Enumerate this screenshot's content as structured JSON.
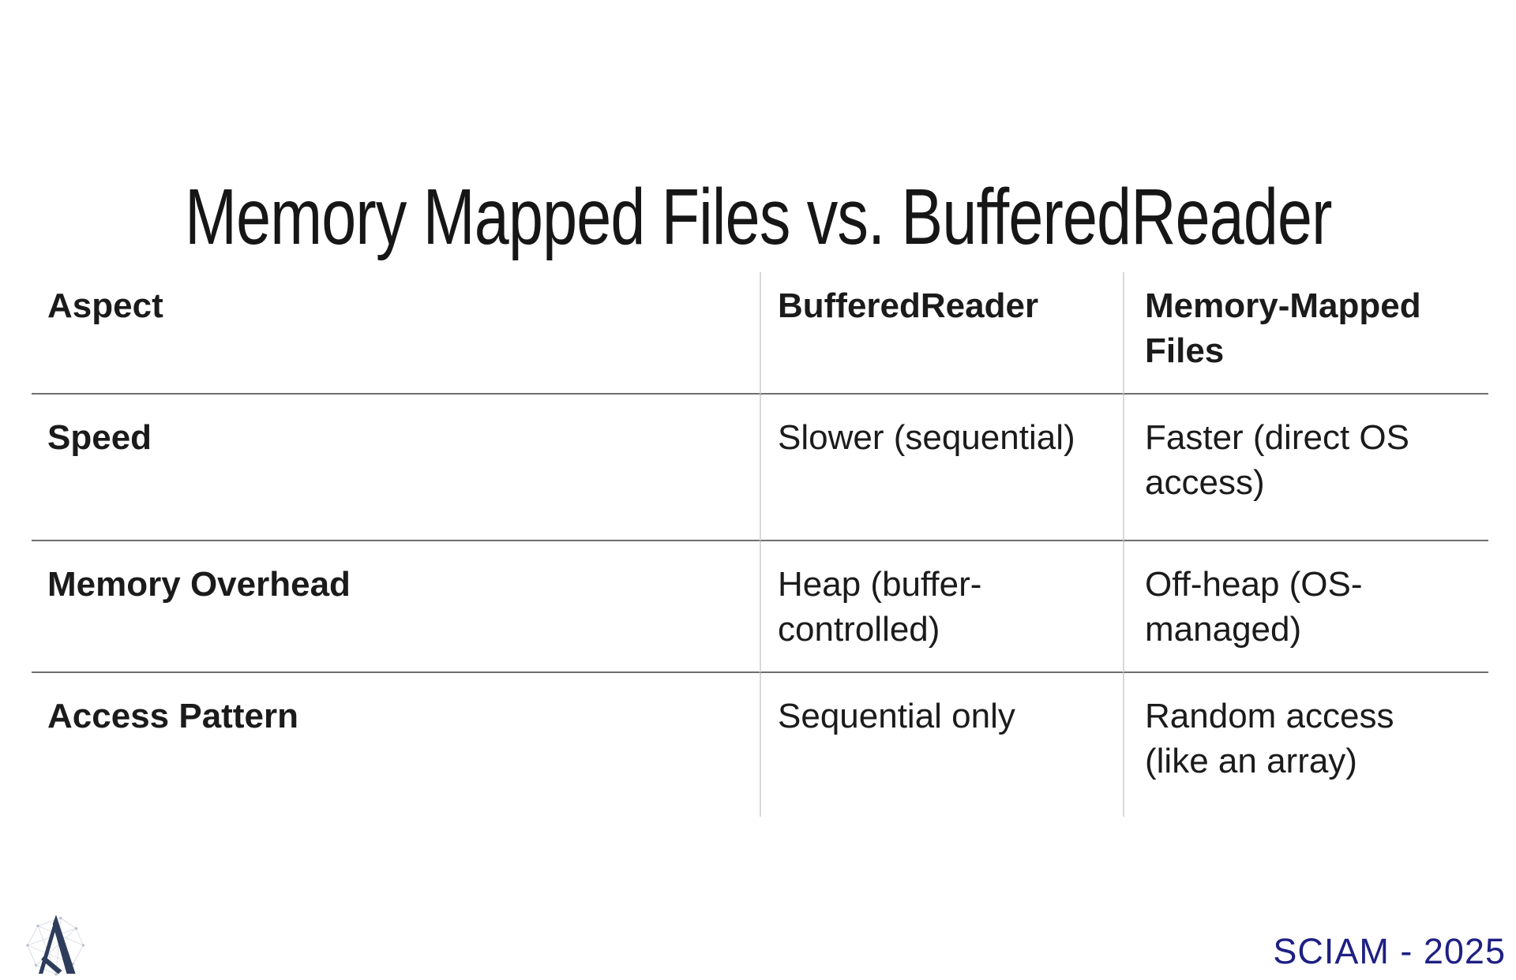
{
  "slide_title": "Memory Mapped Files vs. BufferedReader",
  "table": {
    "headers": [
      "Aspect",
      "BufferedReader",
      "Memory-Mapped Files"
    ],
    "rows": [
      [
        "Speed",
        "Slower (sequential)",
        "Faster (direct OS access)"
      ],
      [
        "Memory Overhead",
        "Heap (buffer-controlled)",
        "Off-heap (OS-managed)"
      ],
      [
        "Access Pattern",
        "Sequential only",
        "Random access (like an array)"
      ]
    ]
  },
  "footer": {
    "event_label": "SCIAM - 2025"
  },
  "logo": {
    "name": "sciam-arrow-logo"
  },
  "colors": {
    "background": "#ffffff",
    "title_text": "#161616",
    "table_text": "#1b1b1b",
    "row_divider": "#6f6f6f",
    "column_divider": "#d8d8d8",
    "footer_text": "#1e2083",
    "logo_mark_navy": "#2e3c5c",
    "logo_web_gray": "#c9ced8"
  }
}
